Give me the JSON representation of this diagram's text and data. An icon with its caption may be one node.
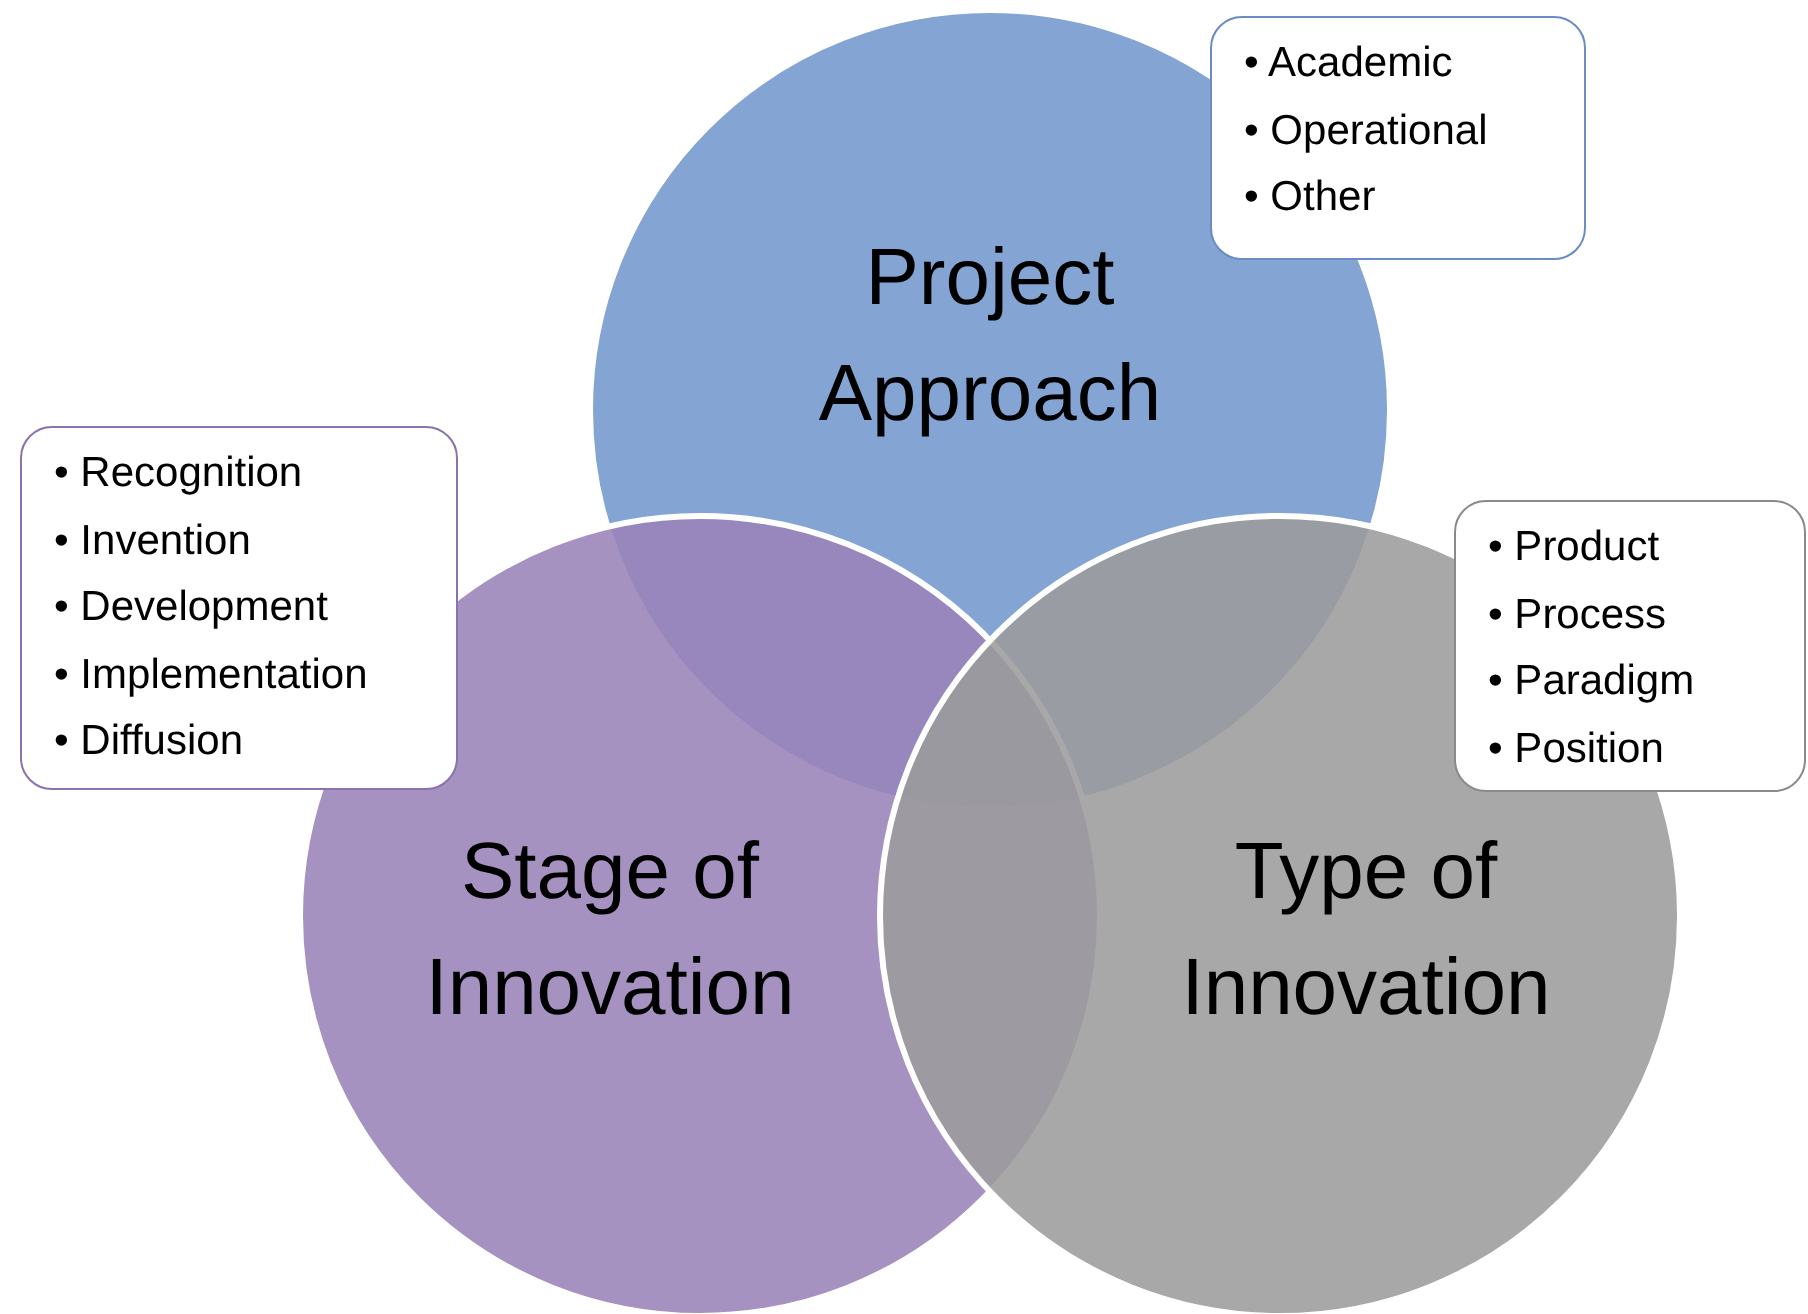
{
  "diagram": {
    "nodes": [
      {
        "text": [
          "Project Approach"
        ]
      },
      {
        "text": [
          "Stage of Innovation"
        ]
      },
      {
        "text": [
          "Type of Innovation"
        ]
      },
      {
        "text": [
          "• Academic",
          "• Operational",
          "• Other"
        ]
      },
      {
        "text": [
          "• Recognition",
          "• Invention",
          "• Development",
          "• Implementation",
          "• Diffusion"
        ]
      },
      {
        "text": [
          "• Product",
          "• Process",
          "• Paradigm",
          "• Position"
        ]
      }
    ],
    "edges": []
  }
}
